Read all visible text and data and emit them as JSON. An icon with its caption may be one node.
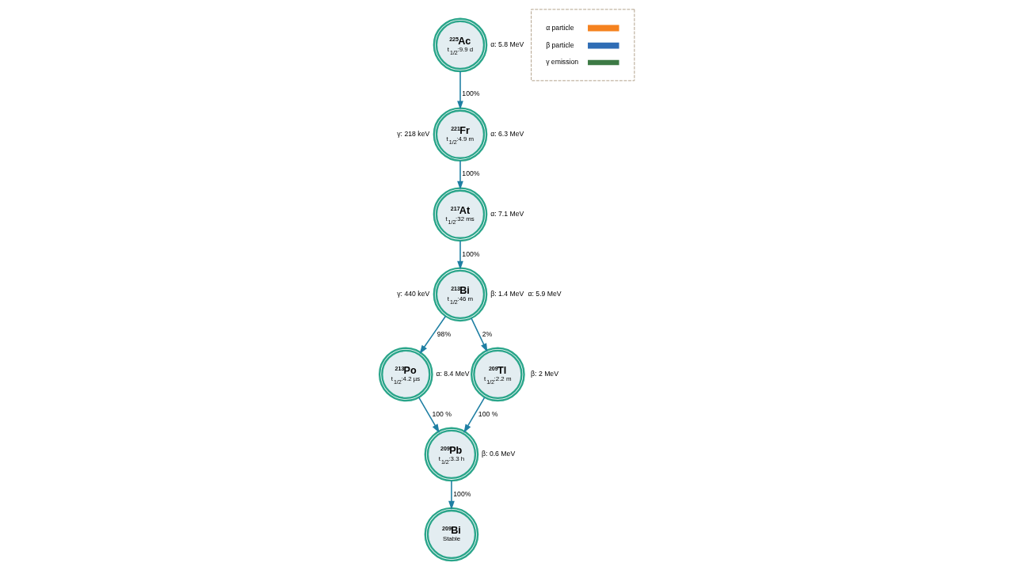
{
  "diagram": {
    "nodes": [
      {
        "text": [
          "$^{225}$Ac",
          "t$_{1/2}$:9.9 d"
        ],
        "beside": [
          "α: 5.8 MeV"
        ]
      },
      {
        "text": [
          "$^{221}$Fr",
          "t$_{1/2}$:4.9 m"
        ],
        "beside": [
          "γ: 218 keV",
          "α: 6.3 MeV"
        ]
      },
      {
        "text": [
          "$^{217}$At",
          "t$_{1/2}$:32 ms"
        ],
        "beside": [
          "α: 7.1 MeV"
        ]
      },
      {
        "text": [
          "$^{213}$Bi",
          "t$_{1/2}$:46 m"
        ],
        "beside": [
          "γ: 440 keV",
          "β: 1.4 MeV",
          "α: 5.9 MeV"
        ]
      },
      {
        "text": [
          "$^{213}$Po",
          "t$_{1/2}$:4.2 µs"
        ],
        "beside": [
          "α: 8.4 MeV"
        ]
      },
      {
        "text": [
          "$^{209}$Tl",
          "t$_{1/2}$:2.2 m"
        ],
        "beside": [
          "β: 2 MeV"
        ]
      },
      {
        "text": [
          "$^{209}$Pb",
          "t$_{1/2}$:3.3 h"
        ],
        "beside": [
          "β: 0.6 MeV"
        ]
      },
      {
        "text": [
          "$^{209}$Bi",
          "Stable"
        ]
      }
    ],
    "edges": [
      {
        "from": 0,
        "to": 1,
        "arrow": "to",
        "label": "100%"
      },
      {
        "from": 1,
        "to": 2,
        "arrow": "to",
        "label": "100%"
      },
      {
        "from": 2,
        "to": 3,
        "arrow": "to",
        "label": "100%"
      },
      {
        "from": 3,
        "to": 4,
        "arrow": "to",
        "label": "98%"
      },
      {
        "from": 3,
        "to": 5,
        "arrow": "to",
        "label": "2%"
      },
      {
        "from": 4,
        "to": 6,
        "arrow": "to",
        "label": "100 %"
      },
      {
        "from": 5,
        "to": 6,
        "arrow": "to",
        "label": "100 %"
      },
      {
        "from": 6,
        "to": 7,
        "arrow": "to",
        "label": "100%"
      }
    ],
    "legend": [
      {
        "text": "α particle"
      },
      {
        "text": "β particle"
      },
      {
        "text": "γ emission"
      }
    ]
  }
}
